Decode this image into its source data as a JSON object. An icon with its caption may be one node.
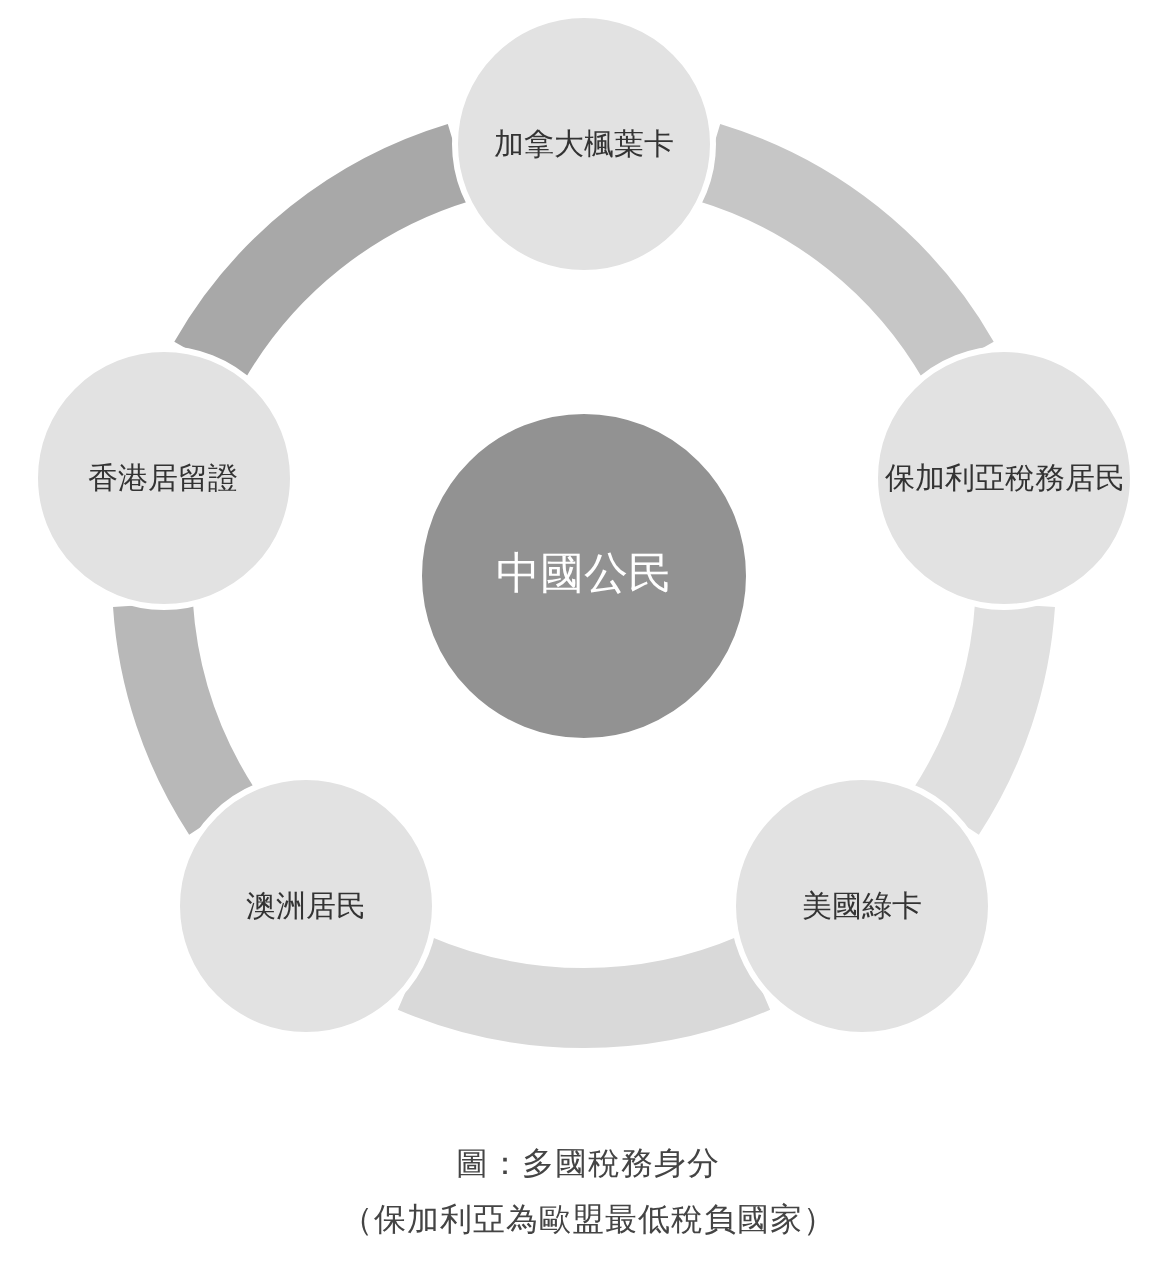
{
  "diagram": {
    "caption": "圖：多國稅務身分",
    "nodes": [
      {
        "text": [
          "加拿大楓葉卡"
        ]
      },
      {
        "text": [
          "香港居留證"
        ]
      },
      {
        "text": [
          "保加利亞稅務居民"
        ]
      },
      {
        "text": [
          "中國公民"
        ]
      },
      {
        "text": [
          "澳洲居民"
        ]
      },
      {
        "text": [
          "美國綠卡"
        ]
      }
    ],
    "edges": [
      {
        "from": 0,
        "to": 2,
        "arrow": "none",
        "color": "#c6c6c6"
      },
      {
        "from": 2,
        "to": 5,
        "arrow": "none",
        "color": "#e0e0e0"
      },
      {
        "from": 5,
        "to": 4,
        "arrow": "none",
        "color": "#d9d9d9"
      },
      {
        "from": 4,
        "to": 1,
        "arrow": "none",
        "color": "#b8b8b8"
      },
      {
        "from": 1,
        "to": 0,
        "arrow": "none",
        "color": "#a8a8a8"
      }
    ],
    "labels": [
      "（保加利亞為歐盟最低稅負國家）"
    ]
  }
}
